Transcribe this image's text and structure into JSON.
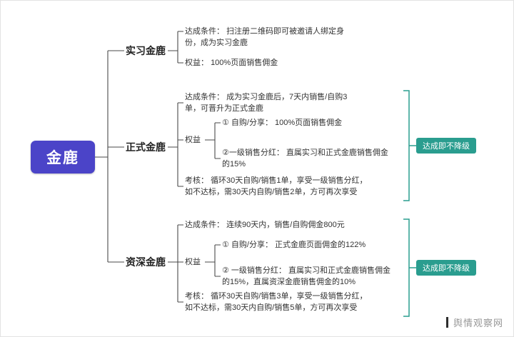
{
  "root": {
    "label": "金鹿"
  },
  "branches": [
    {
      "label": "实习金鹿",
      "condition": {
        "key": "达成条件：",
        "text": "扫注册二维码即可被邀请人绑定身份，成为实习金鹿"
      },
      "benefit": {
        "key": "权益：",
        "text": "100%页面销售佣金"
      }
    },
    {
      "label": "正式金鹿",
      "condition": {
        "key": "达成条件：",
        "text": "成为实习金鹿后，7天内销售/自购3单，可晋升为正式金鹿"
      },
      "benefit_label": "权益",
      "benefits": [
        "① 自购/分享： 100%页面销售佣金",
        "②一级销售分红： 直属实习和正式金鹿销售佣金的15%"
      ],
      "assessment": {
        "key": "考核：",
        "text": "循环30天自购/销售1单，享受一级销售分红，如不达标，需30天内自购/销售2单，方可再次享受"
      },
      "badge": "达成即不降级"
    },
    {
      "label": "资深金鹿",
      "condition": {
        "key": "达成条件：",
        "text": "连续90天内，销售/自购佣金800元"
      },
      "benefit_label": "权益",
      "benefits": [
        "① 自购/分享： 正式金鹿页面佣金的122%",
        "② 一级销售分红： 直属实习和正式金鹿销售佣金的15%，直属资深金鹿销售佣金的10%"
      ],
      "assessment": {
        "key": "考核：",
        "text": "循环30天自购/销售3单，享受一级销售分红，如不达标，需30天内自购/销售5单，方可再次享受"
      },
      "badge": "达成即不降级"
    }
  ],
  "watermark": "舆情观察网",
  "colors": {
    "root_bg": "#4b44c8",
    "badge_bg": "#2a9d8f",
    "line": "#4a4a4a"
  }
}
